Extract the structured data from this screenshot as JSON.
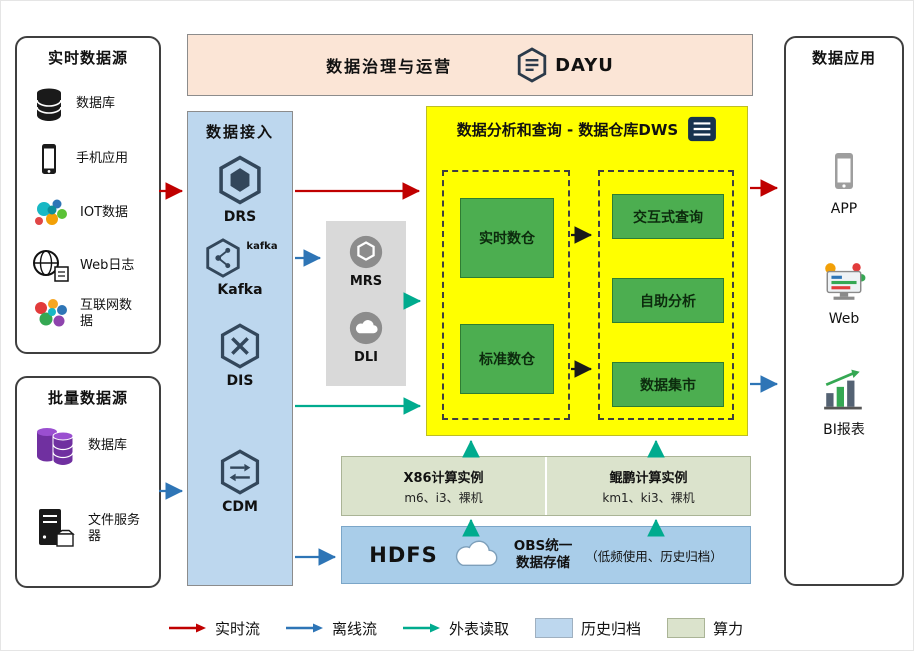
{
  "colors": {
    "realtime_flow": "#c00000",
    "offline_flow": "#2e75b6",
    "external_read": "#00ab8e",
    "archive_swatch": "#bdd7ee",
    "compute_swatch": "#dbe3cc",
    "dws_background": "#ffff00",
    "ingestion_background": "#bdd7ee",
    "banner_background": "#fbe5d6",
    "module_green": "#4cae50"
  },
  "banner": {
    "title": "数据治理与运营",
    "logo_text": "DAYU"
  },
  "realtime_sources": {
    "title": "实时数据源",
    "items": [
      {
        "label": "数据库"
      },
      {
        "label": "手机应用"
      },
      {
        "label": "IOT数据"
      },
      {
        "label": "Web日志"
      },
      {
        "label": "互联网数据"
      }
    ]
  },
  "batch_sources": {
    "title": "批量数据源",
    "items": [
      {
        "label": "数据库"
      },
      {
        "label": "文件服务器"
      }
    ]
  },
  "ingestion": {
    "title": "数据接入",
    "kafka_logo": "kafka",
    "items": [
      {
        "label": "DRS"
      },
      {
        "label": "Kafka"
      },
      {
        "label": "DIS"
      },
      {
        "label": "CDM"
      }
    ]
  },
  "processing": {
    "items": [
      {
        "label": "MRS"
      },
      {
        "label": "DLI"
      }
    ]
  },
  "dws": {
    "title": "数据分析和查询 - 数据仓库DWS",
    "left_modules": [
      {
        "label": "实时数仓"
      },
      {
        "label": "标准数仓"
      }
    ],
    "right_modules": [
      {
        "label": "交互式查询"
      },
      {
        "label": "自助分析"
      },
      {
        "label": "数据集市"
      }
    ]
  },
  "compute": {
    "x86_title": "X86计算实例",
    "x86_spec": "m6、i3、裸机",
    "kunpeng_title": "鲲鹏计算实例",
    "kunpeng_spec": "km1、ki3、裸机"
  },
  "storage": {
    "hdfs": "HDFS",
    "obs_line1": "OBS统一",
    "obs_line2": "数据存储",
    "note": "（低频使用、历史归档）"
  },
  "apps": {
    "title": "数据应用",
    "items": [
      {
        "label": "APP"
      },
      {
        "label": "Web"
      },
      {
        "label": "BI报表"
      }
    ]
  },
  "legend": {
    "items": [
      {
        "label": "实时流"
      },
      {
        "label": "离线流"
      },
      {
        "label": "外表读取"
      },
      {
        "label": "历史归档"
      },
      {
        "label": "算力"
      }
    ]
  }
}
